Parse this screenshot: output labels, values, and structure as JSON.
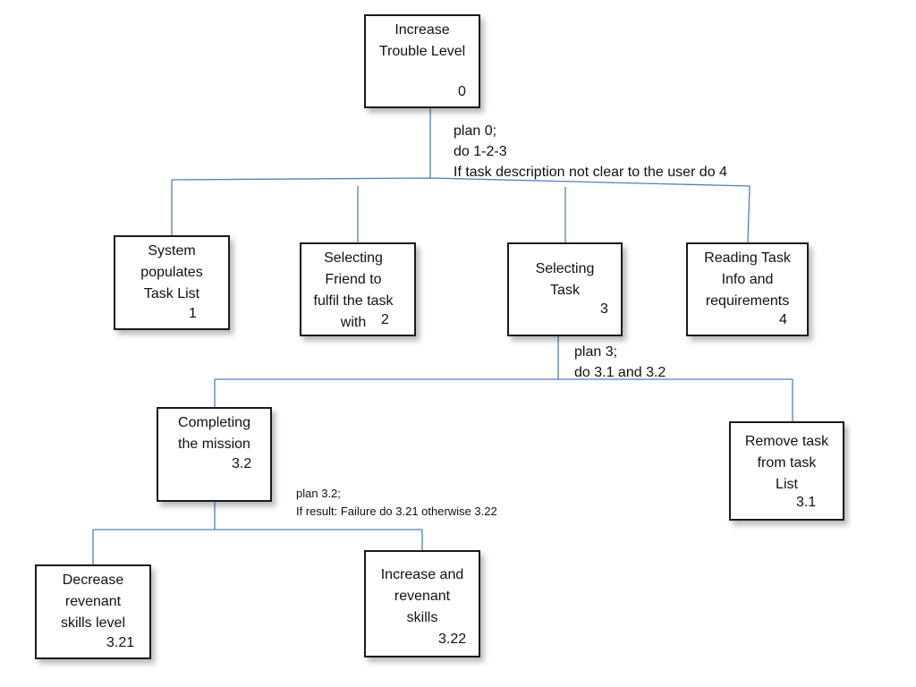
{
  "diagram": {
    "connector_color": "#4f81bd",
    "nodes": {
      "n0": {
        "label": "Increase\nTrouble Level",
        "number": "0"
      },
      "n1": {
        "label": "System\npopulates\nTask List",
        "number": "1"
      },
      "n2": {
        "label": "Selecting\nFriend to\nfulfil the task\nwith",
        "number": "2"
      },
      "n3": {
        "label": "Selecting\nTask",
        "number": "3"
      },
      "n4": {
        "label": "Reading Task\nInfo and\nrequirements",
        "number": "4"
      },
      "n3_2": {
        "label": "Completing\nthe mission",
        "number": "3.2"
      },
      "n3_1": {
        "label": "Remove task\nfrom task\nList",
        "number": "3.1"
      },
      "n3_21": {
        "label": "Decrease\nrevenant\nskills level",
        "number": "3.21"
      },
      "n3_22": {
        "label": "Increase  and\nrevenant\nskills",
        "number": "3.22"
      }
    },
    "plans": {
      "plan0": {
        "line1": "plan 0;",
        "line2": "do 1-2-3",
        "line3": "If task description not clear to the user do 4"
      },
      "plan3": {
        "line1": "plan 3;",
        "line2": "do 3.1 and 3.2"
      },
      "plan3_2": {
        "line1": "plan 3.2;",
        "line2": "If result: Failure do 3.21 otherwise 3.22"
      }
    }
  }
}
